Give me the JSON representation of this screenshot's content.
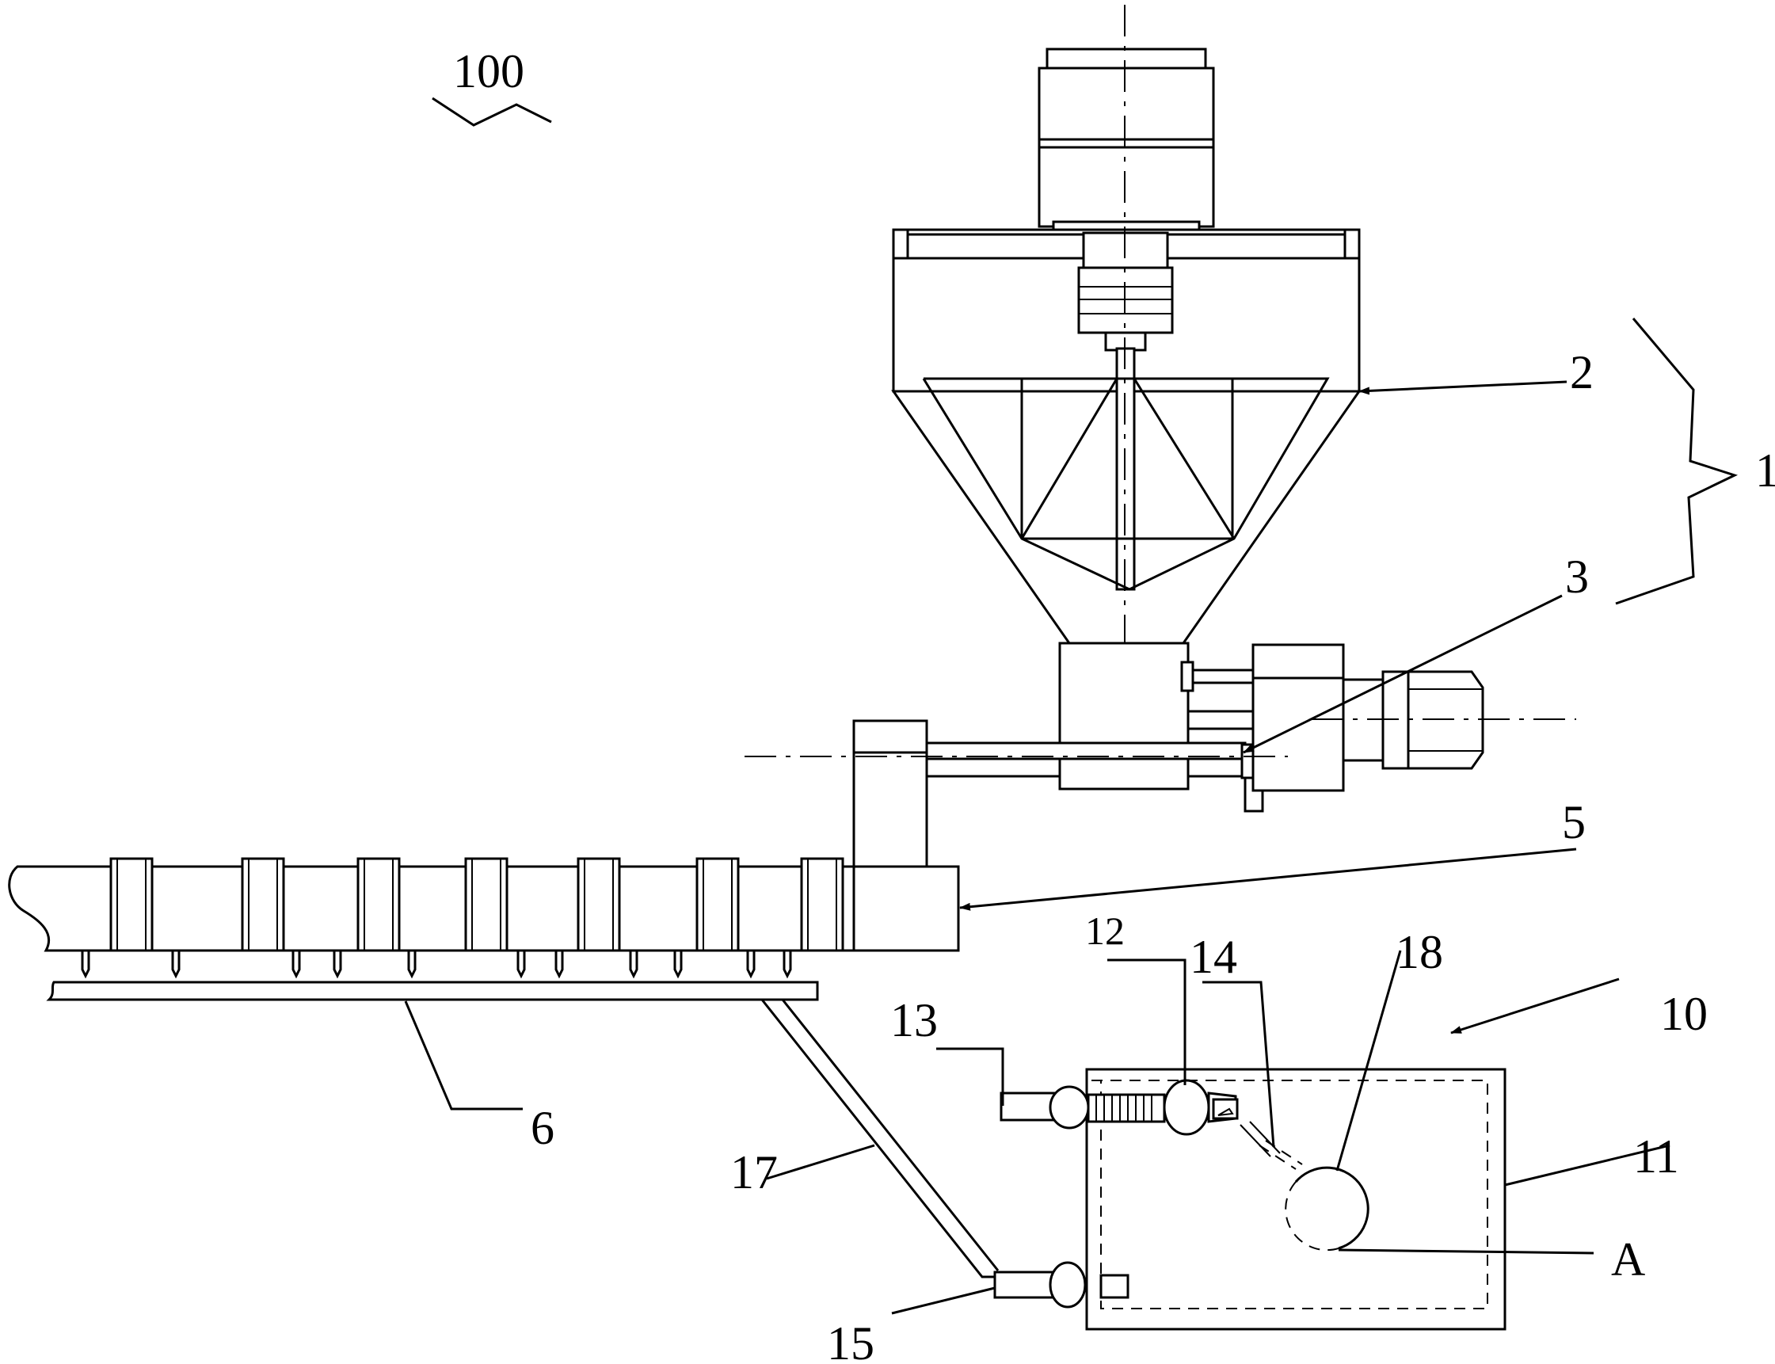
{
  "labels": {
    "assembly": "100",
    "group": "1",
    "hopper": "2",
    "screw_joint": "3",
    "barrel": "5",
    "tray": "6",
    "unit": "10",
    "box": "11",
    "pipe_12": "12",
    "pipe_13": "13",
    "pipe_14": "14",
    "outlet": "15",
    "return_pipe": "17",
    "tank": "18",
    "detail": "A"
  }
}
